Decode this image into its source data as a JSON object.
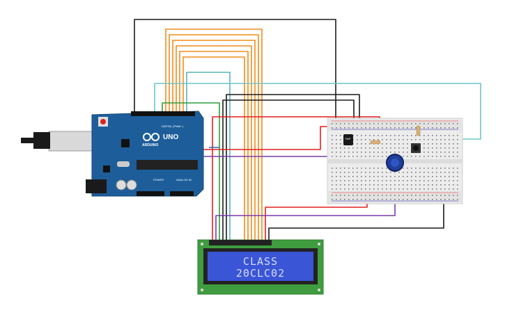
{
  "arduino": {
    "brand": "ARDUINO",
    "model": "UNO",
    "digital_header": "DIGITAL (PWM~)",
    "power_header": "POWER",
    "analog_header": "ANALOG IN",
    "board_color": "#1d5e9a"
  },
  "lcd": {
    "line1": "CLASS",
    "line2": "20CLC02",
    "screen_color": "#3a55d6",
    "pcb_color": "#3f9d3f"
  },
  "breadboard": {
    "sensor_label": "TMP"
  },
  "wire_colors": {
    "orange": "#f08c1a",
    "black": "#1a1a1a",
    "red": "#e21e1e",
    "teal": "#6cc6c6",
    "green": "#2e9d3a",
    "purple": "#7a3aa8",
    "blue": "#2f6fb4"
  }
}
